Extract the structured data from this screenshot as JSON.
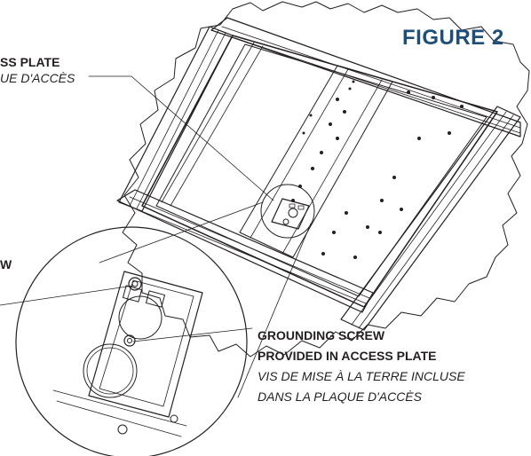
{
  "figure": {
    "title": "FIGURE 2"
  },
  "callouts": {
    "access_plate": {
      "en": "ACCESS PLATE",
      "en_visible": "SS PLATE",
      "fr": "PLAQUE D'ACCÈS",
      "fr_visible": "UE D'ACCÈS"
    },
    "screw": {
      "en_visible": "W"
    },
    "grounding_screw": {
      "line1": "GROUNDING SCREW",
      "line2": "PROVIDED IN ACCESS PLATE",
      "line3": "VIS DE MISE À LA TERRE INCLUSE",
      "line4": "DANS LA PLAQUE D'ACCÈS"
    }
  },
  "colors": {
    "title": "#1f4e79",
    "text": "#231f20",
    "line": "#231f20"
  }
}
